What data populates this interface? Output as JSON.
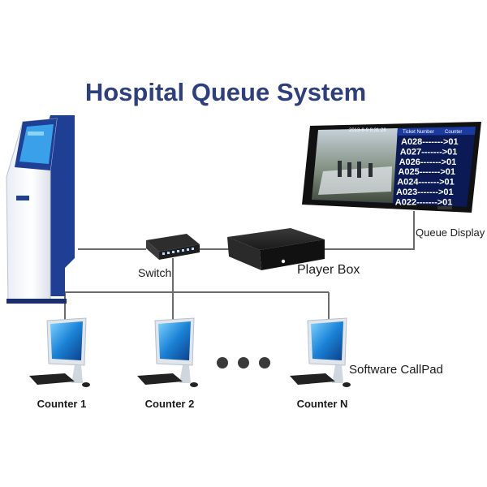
{
  "title": "Hospital Queue System",
  "labels": {
    "switch": "Switch",
    "player_box": "Player Box",
    "queue_display": "Queue Display",
    "software_callpad": "Software CallPad"
  },
  "counters": [
    "Counter 1",
    "Counter 2",
    "Counter N"
  ],
  "display": {
    "header_left": "Ticket Number",
    "header_right": "Counter",
    "timestamp": "2013-8-9 8:31:26",
    "queue_rows": [
      {
        "ticket": "A028",
        "counter": ">01",
        "highlight": true
      },
      {
        "ticket": "A027",
        "counter": ">01",
        "highlight": false
      },
      {
        "ticket": "A026",
        "counter": ">01",
        "highlight": false
      },
      {
        "ticket": "A025",
        "counter": ">01",
        "highlight": false
      },
      {
        "ticket": "A024",
        "counter": ">01",
        "highlight": false
      },
      {
        "ticket": "A023",
        "counter": ">01",
        "highlight": false
      },
      {
        "ticket": "A022",
        "counter": ">01",
        "highlight": false
      }
    ]
  },
  "colors": {
    "title": "#2e3f7f",
    "kiosk_blue": "#1f3f95",
    "screen_blue": "#1b78c8",
    "line": "#666666",
    "highlight": "#ff3fd5"
  }
}
